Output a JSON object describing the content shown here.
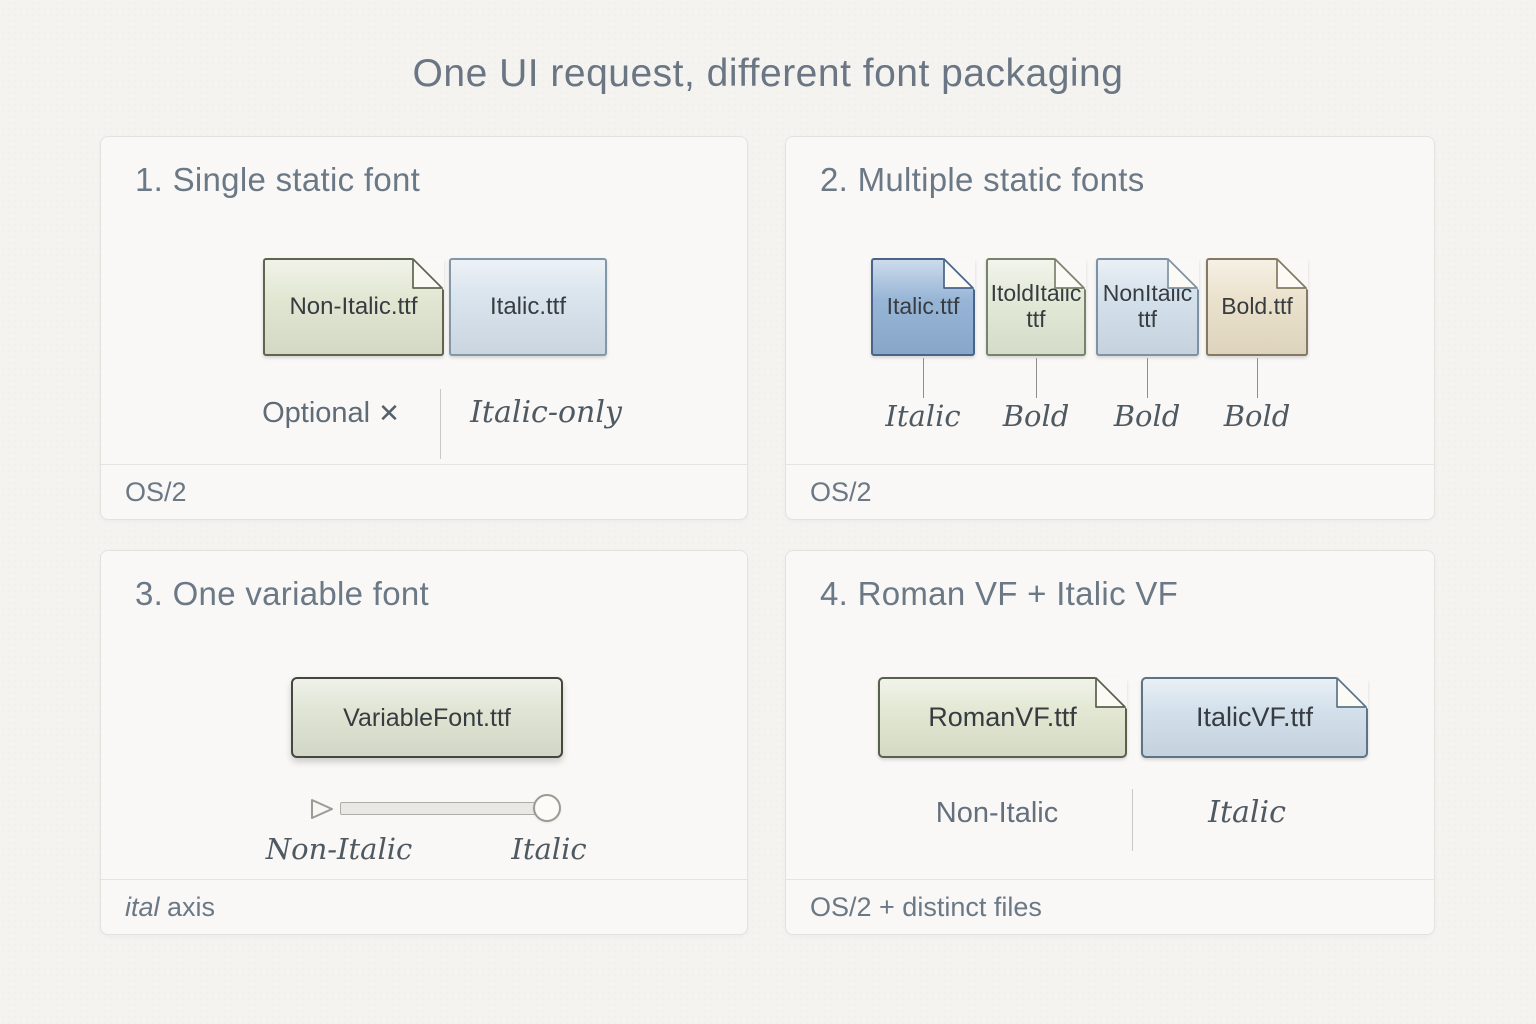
{
  "title": "One UI request, different font packaging",
  "colors": {
    "background": "#f4f3f0",
    "panel_background": "#f9f8f6",
    "panel_border": "#e4e2de",
    "heading_text": "#6b7885",
    "file_text": "#363c40",
    "annotation_text": "#4f5961",
    "divider": "#c9c8c4"
  },
  "panels": {
    "single_static": {
      "heading": "1. Single static font",
      "files": [
        {
          "name": "Non-Italic.ttf",
          "fill": "#dfe4cf",
          "border": "#60654f"
        },
        {
          "name": "Italic.ttf",
          "fill": "#d5e1eb",
          "border": "#8298a9"
        }
      ],
      "left_annotation": "Optional",
      "left_annotation_mark": "✕",
      "right_annotation": "Italic-only",
      "footer": "OS/2"
    },
    "multiple_static": {
      "heading": "2. Multiple static fonts",
      "files": [
        {
          "line1": "Italic.ttf",
          "line2": "",
          "tag": "Italic",
          "fill": "#8fafd3",
          "border": "#49648b"
        },
        {
          "line1": "ItoldItalic",
          "line2": "ttf",
          "tag": "Bold",
          "fill": "#e0e8d4",
          "border": "#78836b"
        },
        {
          "line1": "NonItalic",
          "line2": "ttf",
          "tag": "Bold",
          "fill": "#d0dde9",
          "border": "#7e92a4"
        },
        {
          "line1": "Bold.ttf",
          "line2": "",
          "tag": "Bold",
          "fill": "#e9dfc8",
          "border": "#847a63"
        }
      ],
      "footer": "OS/2"
    },
    "one_variable": {
      "heading": "3. One variable font",
      "file": {
        "name": "VariableFont.ttf",
        "fill": "#dde2d0",
        "border": "#44473d"
      },
      "slider": {
        "left_label": "Non-Italic",
        "right_label": "Italic"
      },
      "footer_axis_tag": "ital",
      "footer_rest": " axis"
    },
    "two_vf": {
      "heading": "4. Roman VF + Italic VF",
      "files": [
        {
          "name": "RomanVF.ttf",
          "fill": "#e0e5cf",
          "border": "#5a604e"
        },
        {
          "name": "ItalicVF.ttf",
          "fill": "#cfdde9",
          "border": "#5c7488"
        }
      ],
      "left_annotation": "Non-Italic",
      "right_annotation": "Italic",
      "footer": "OS/2 + distinct files"
    }
  }
}
